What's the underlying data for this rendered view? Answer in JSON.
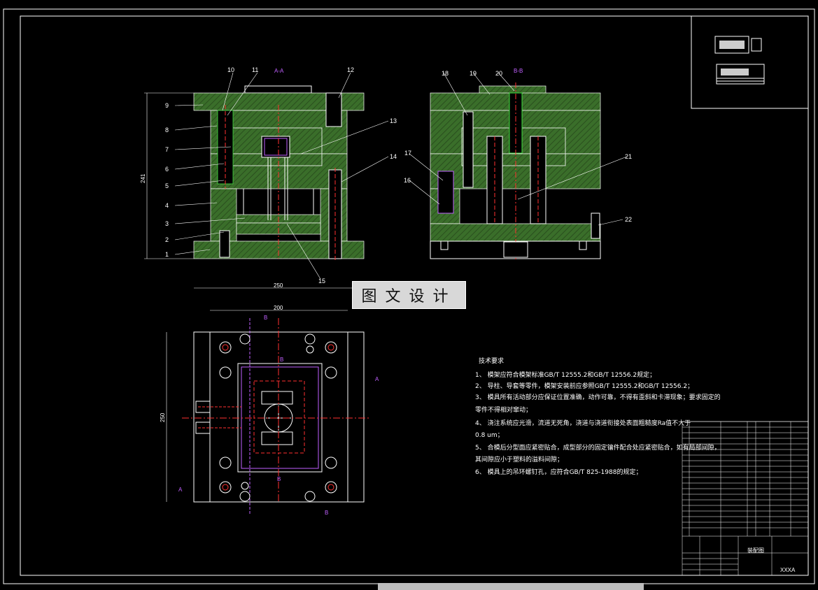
{
  "section_labels": {
    "aa": "A-A",
    "bb": "B-B"
  },
  "part_numbers": [
    "1",
    "2",
    "3",
    "4",
    "5",
    "6",
    "7",
    "8",
    "9",
    "10",
    "11",
    "12",
    "13",
    "14",
    "15",
    "16",
    "17",
    "18",
    "19",
    "20",
    "21",
    "22"
  ],
  "dimensions": {
    "height": "241",
    "width_outer": "250",
    "width_inner": "200",
    "height_plan": "250"
  },
  "view_markers": {
    "a": "A",
    "b": "B"
  },
  "watermark": "图文设计",
  "tech_requirements": {
    "heading": "技术要求",
    "items": [
      "1、 模架应符合模架标准GB/T 12555.2和GB/T 12556.2规定；",
      "2、 导柱、导套等零件，模架安装前应参照GB/T 12555.2和GB/T 12556.2；",
      "3、 模具所有活动部分应保证位置准确，动作可靠，不得有歪斜和卡滞现象；要求固定的",
      "    零件不得相对窜动；",
      "4、 浇注系统应光滑，流道无死角，浇道与浇道衔接处表面粗糙度Ra值不大于",
      "    0.8 um；",
      "5、 合模后分型面应紧密贴合，成型部分的固定镶件配合处应紧密贴合，如有局部间隙，",
      "    其间隙应小于塑料的溢料间隙；",
      "6、 模具上的吊环螺钉孔，应符合GB/T 825-1988的规定；"
    ]
  },
  "title_block": {
    "drawing_name": "装配图",
    "sheet": "XXXA"
  },
  "colors": {
    "background": "#000000",
    "hatch": "#3a6e2a",
    "hatch_line": "#2a4f1e",
    "line": "#ffffff",
    "center": "#ff3030",
    "green": "#40e040",
    "purple": "#c060ff"
  }
}
